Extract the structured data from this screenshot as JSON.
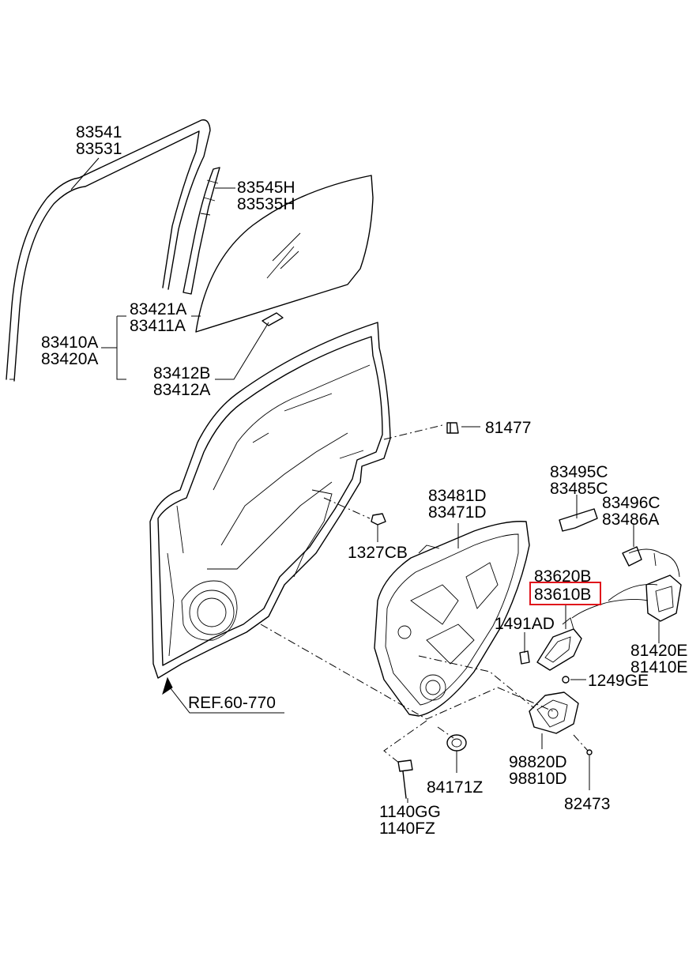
{
  "labels": {
    "p83541": "83541",
    "p83531": "83531",
    "p83545H": "83545H",
    "p83535H": "83535H",
    "p83421A": "83421A",
    "p83411A": "83411A",
    "p83410A": "83410A",
    "p83420A": "83420A",
    "p83412B": "83412B",
    "p83412A": "83412A",
    "p81477": "81477",
    "p83495C": "83495C",
    "p83485C": "83485C",
    "p83496C": "83496C",
    "p83486A": "83486A",
    "p83481D": "83481D",
    "p83471D": "83471D",
    "p1327CB": "1327CB",
    "p83620B": "83620B",
    "p83610B": "83610B",
    "p1491AD": "1491AD",
    "p81420E": "81420E",
    "p81410E": "81410E",
    "p1249GE": "1249GE",
    "ref": "REF.60-770",
    "p98820D": "98820D",
    "p98810D": "98810D",
    "p84171Z": "84171Z",
    "p82473": "82473",
    "p1140GG": "1140GG",
    "p1140FZ": "1140FZ"
  },
  "highlight": {
    "part": "83610B",
    "color": "#e0141b"
  }
}
